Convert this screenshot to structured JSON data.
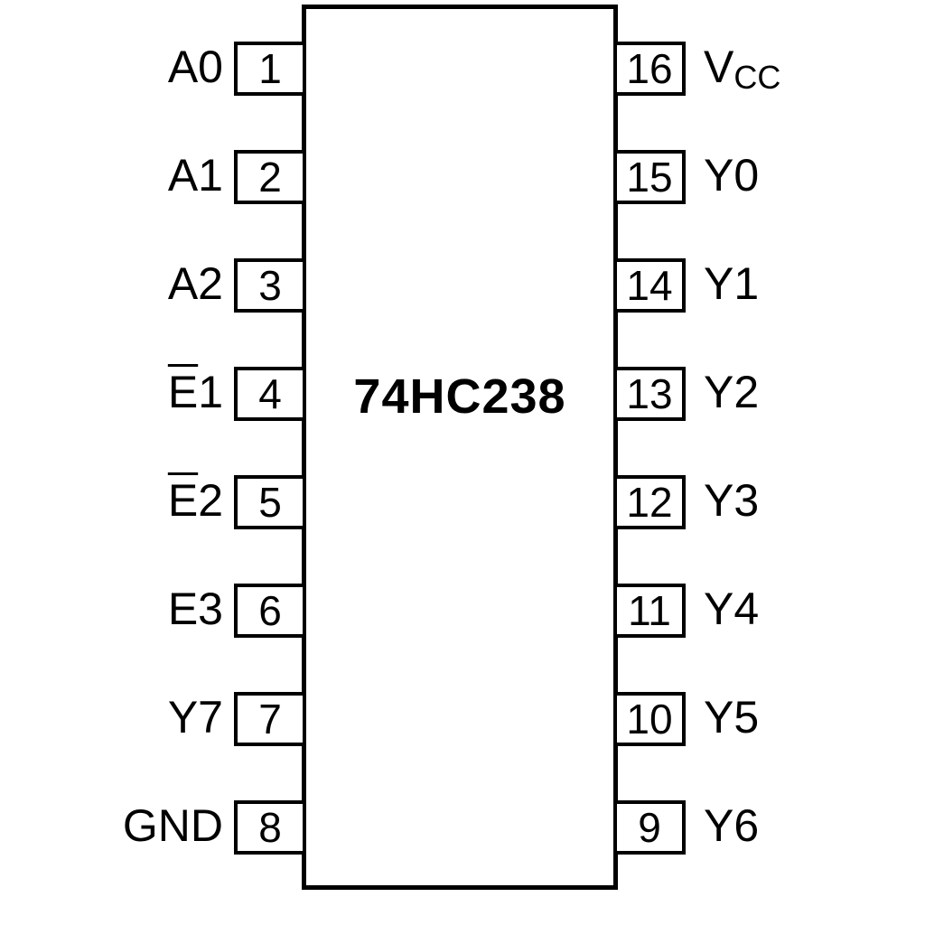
{
  "chip": {
    "part_number": "74HC238"
  },
  "colors": {
    "line": "#000000",
    "background": "#ffffff"
  },
  "pins": {
    "left": [
      {
        "number": "1",
        "bar": "",
        "main": "A0",
        "sub": ""
      },
      {
        "number": "2",
        "bar": "",
        "main": "A1",
        "sub": ""
      },
      {
        "number": "3",
        "bar": "",
        "main": "A2",
        "sub": ""
      },
      {
        "number": "4",
        "bar": "E",
        "main": "1",
        "sub": ""
      },
      {
        "number": "5",
        "bar": "E",
        "main": "2",
        "sub": ""
      },
      {
        "number": "6",
        "bar": "",
        "main": "E3",
        "sub": ""
      },
      {
        "number": "7",
        "bar": "",
        "main": "Y7",
        "sub": ""
      },
      {
        "number": "8",
        "bar": "",
        "main": "GND",
        "sub": ""
      }
    ],
    "right": [
      {
        "number": "16",
        "bar": "",
        "main": "V",
        "sub": "CC"
      },
      {
        "number": "15",
        "bar": "",
        "main": "Y0",
        "sub": ""
      },
      {
        "number": "14",
        "bar": "",
        "main": "Y1",
        "sub": ""
      },
      {
        "number": "13",
        "bar": "",
        "main": "Y2",
        "sub": ""
      },
      {
        "number": "12",
        "bar": "",
        "main": "Y3",
        "sub": ""
      },
      {
        "number": "11",
        "bar": "",
        "main": "Y4",
        "sub": ""
      },
      {
        "number": "10",
        "bar": "",
        "main": "Y5",
        "sub": ""
      },
      {
        "number": "9",
        "bar": "",
        "main": "Y6",
        "sub": ""
      }
    ]
  }
}
